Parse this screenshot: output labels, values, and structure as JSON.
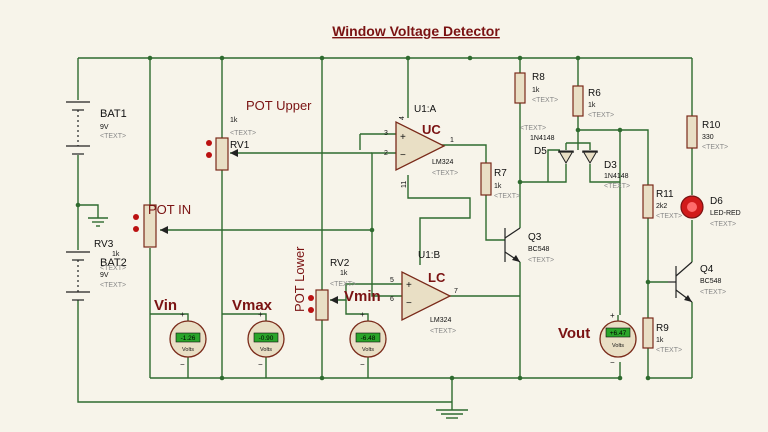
{
  "title": "Window Voltage Detector",
  "components": {
    "bat1": {
      "ref": "BAT1",
      "value": "9V",
      "text": "<TEXT>"
    },
    "bat2": {
      "ref": "BAT2",
      "value": "9V",
      "text": "<TEXT>"
    },
    "rv1": {
      "ref": "RV1",
      "value": "1k",
      "text": "<TEXT>",
      "label": "POT Upper"
    },
    "rv2": {
      "ref": "RV2",
      "value": "1k",
      "text": "<TEXT>",
      "label": "POT Lower"
    },
    "rv3": {
      "ref": "RV3",
      "value": "1k",
      "text": "<TEXT>",
      "label": "POT IN"
    },
    "u1a": {
      "ref": "U1:A",
      "part": "LM324",
      "text": "<TEXT>",
      "label": "UC",
      "pins": [
        "3",
        "2",
        "1",
        "4",
        "11"
      ]
    },
    "u1b": {
      "ref": "U1:B",
      "part": "LM324",
      "text": "<TEXT>",
      "label": "LC",
      "pins": [
        "5",
        "6",
        "7"
      ]
    },
    "r6": {
      "ref": "R6",
      "value": "1k",
      "text": "<TEXT>"
    },
    "r7": {
      "ref": "R7",
      "value": "1k",
      "text": "<TEXT>"
    },
    "r8": {
      "ref": "R8",
      "value": "1k",
      "text": "<TEXT>"
    },
    "r9": {
      "ref": "R9",
      "value": "1k",
      "text": "<TEXT>"
    },
    "r10": {
      "ref": "R10",
      "value": "330",
      "text": "<TEXT>"
    },
    "r11": {
      "ref": "R11",
      "value": "2k2",
      "text": "<TEXT>"
    },
    "d3": {
      "ref": "D3",
      "part": "1N4148",
      "text": "<TEXT>"
    },
    "d5": {
      "ref": "D5",
      "part": "1N4148",
      "text": "<TEXT>"
    },
    "d6": {
      "ref": "D6",
      "part": "LED-RED",
      "text": "<TEXT>",
      "color": "#d11a1a"
    },
    "q3": {
      "ref": "Q3",
      "part": "BC548",
      "text": "<TEXT>"
    },
    "q4": {
      "ref": "Q4",
      "part": "BC548",
      "text": "<TEXT>"
    }
  },
  "meters": [
    {
      "label": "Vin",
      "reading": "-1.26",
      "unit": "Volts"
    },
    {
      "label": "Vmax",
      "reading": "-0.90",
      "unit": "Volts"
    },
    {
      "label": "Vmin",
      "reading": "-6.48",
      "unit": "Volts"
    },
    {
      "label": "Vout",
      "reading": "+6.47",
      "unit": "Volts"
    }
  ],
  "colors": {
    "wire": "#2f6b2f",
    "component": "#7a2a1a",
    "meter_display": "#2aa52a",
    "label": "#7a1212",
    "led": "#d11a1a"
  }
}
